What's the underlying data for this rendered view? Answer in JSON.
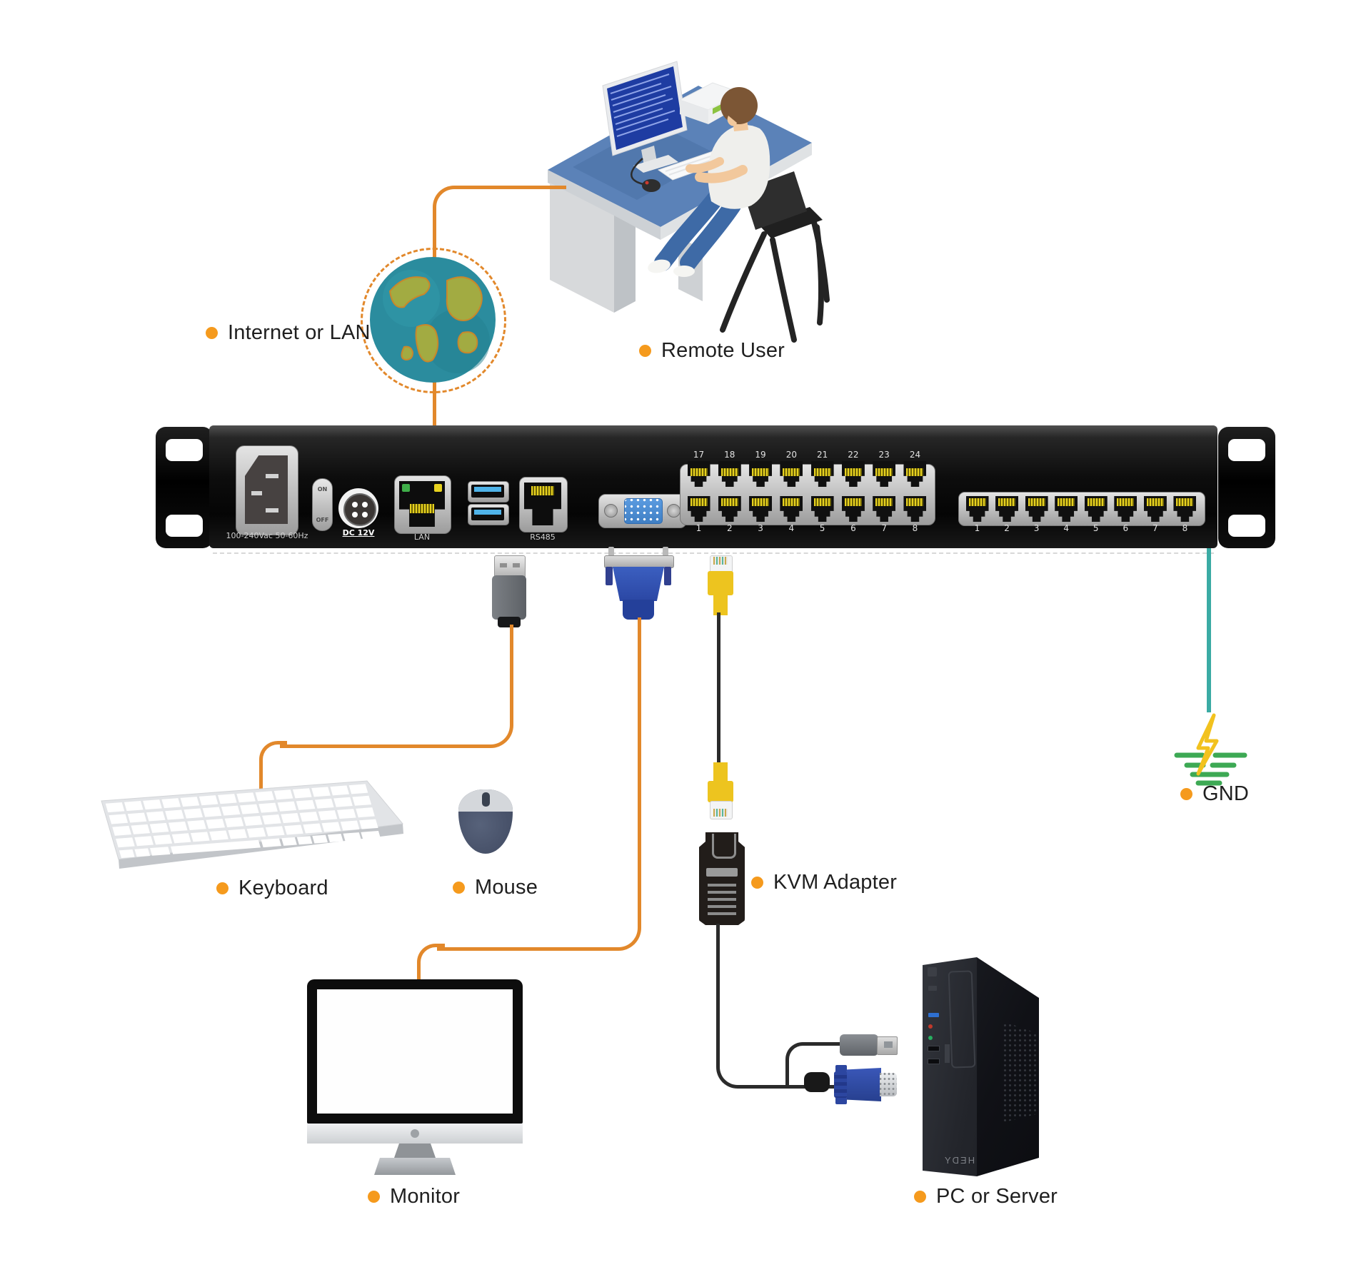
{
  "labels": {
    "internet_or_lan": "Internet or LAN",
    "remote_user": "Remote User",
    "keyboard": "Keyboard",
    "mouse": "Mouse",
    "monitor": "Monitor",
    "kvm_adapter": "KVM Adapter",
    "gnd": "GND",
    "pc_or_server": "PC or Server"
  },
  "rack": {
    "power_rating_label": "100-240Vac 50-60Hz",
    "power_switch": {
      "on": "ON",
      "off": "OFF"
    },
    "dc_input_label": "DC 12V",
    "lan_port_label": "LAN",
    "rs485_port_label": "RS485",
    "port_rows": {
      "top": [
        "17",
        "18",
        "19",
        "20",
        "21",
        "22",
        "23",
        "24"
      ],
      "bottom": [
        "1",
        "2",
        "3",
        "4",
        "5",
        "6",
        "7",
        "8"
      ],
      "right": [
        "1",
        "2",
        "3",
        "4",
        "5",
        "6",
        "7",
        "8"
      ]
    }
  },
  "pc": {
    "brand": "HEDY"
  },
  "colors": {
    "accent-orange": "#E2882B",
    "bullet-orange": "#F59A1D",
    "cable-black": "#2B2B2B",
    "gnd-teal": "#3BABA4",
    "ground-green": "#3DA954",
    "bolt-yellow": "#F2C21E",
    "rj45-yellow": "#E8D21F",
    "vga-blue": "#4A8FD4",
    "plug-yellow": "#EDC41F"
  }
}
